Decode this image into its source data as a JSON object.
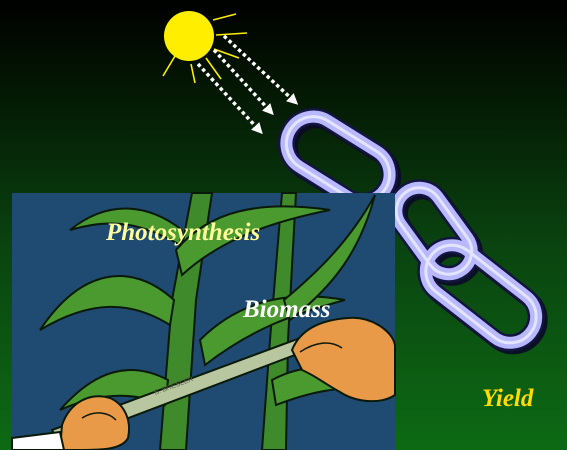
{
  "labels": {
    "photosynthesis": "Photosynthesis",
    "biomass": "Biomass",
    "yield": "Yield"
  },
  "colors": {
    "photosynthesis": "#ffff99",
    "biomass": "#ffffff",
    "yield": "#ffdd00",
    "sun": "#ffee00",
    "chain": "#b8b8ff",
    "panel_bg": "#1f4b73",
    "leaf": "#3f8a2a",
    "hand": "#e89a48"
  },
  "icons": [
    "sun-icon",
    "light-ray-arrows",
    "chain-link-icon",
    "plant-measurement-illustration"
  ],
  "ruler_text": "S. BRESLER"
}
